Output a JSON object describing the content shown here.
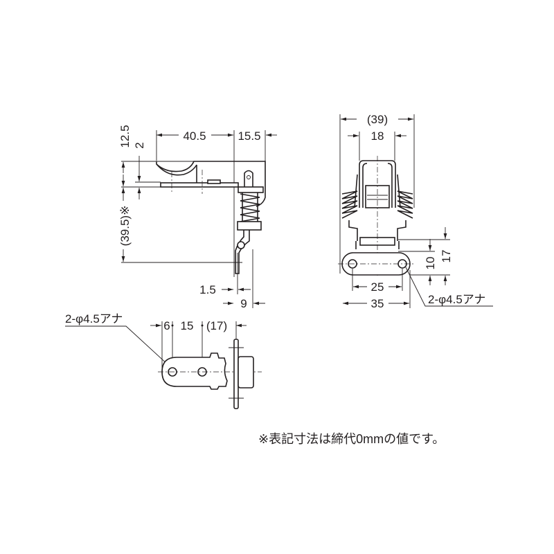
{
  "side_view": {
    "dim_length": "40.5",
    "dim_right": "15.5",
    "dim_top_height": "12.5",
    "dim_plate_offset": "2",
    "dim_height": "(39.5)※",
    "dim_thickness": "1.5",
    "dim_hook": "9"
  },
  "front_view": {
    "dim_overall_width": "(39)",
    "dim_inner_width": "18",
    "dim_hole_pitch": "25",
    "dim_plate_width": "35",
    "dim_hole_height": "10",
    "dim_plate_height": "17",
    "hole_label": "2-φ4.5アナ"
  },
  "bottom_view": {
    "hole_label": "2-φ4.5アナ",
    "dim_edge": "6",
    "dim_pitch": "15",
    "dim_remaining": "(17)"
  },
  "note": "※表記寸法は締代0mmの値です。"
}
